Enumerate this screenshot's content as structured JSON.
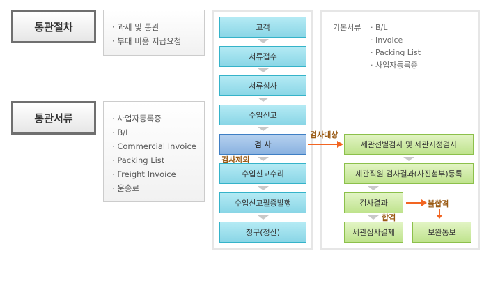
{
  "sections": [
    {
      "title": "통관절차",
      "items": [
        "과세 및 통관",
        "부대 비용 지급요청"
      ]
    },
    {
      "title": "통관서류",
      "items": [
        "사업자등록증",
        "B/L",
        "Commercial Invoice",
        "Packing List",
        "Freight Invoice",
        "운송료"
      ]
    }
  ],
  "flow": [
    "고객",
    "서류접수",
    "서류심사",
    "수입신고",
    "검 사",
    "수입신고수리",
    "수입신고필증발행",
    "청구(정산)"
  ],
  "basic_docs": {
    "label": "기본서류",
    "items": [
      "B/L",
      "Invoice",
      "Packing List",
      "사업자등록증"
    ]
  },
  "inspection": {
    "target_label": "검사대상",
    "excluded_label": "검사제외",
    "steps": [
      "세관선별검사 및 세관지정검사",
      "세관직원 검사결과(사진첨부)등록",
      "검사결과"
    ],
    "pass_label": "합격",
    "fail_label": "불합격",
    "pass_result": "세관심사결제",
    "fail_result": "보완통보"
  },
  "colors": {
    "arrow": "#f26522",
    "label": "#9a5a14"
  }
}
